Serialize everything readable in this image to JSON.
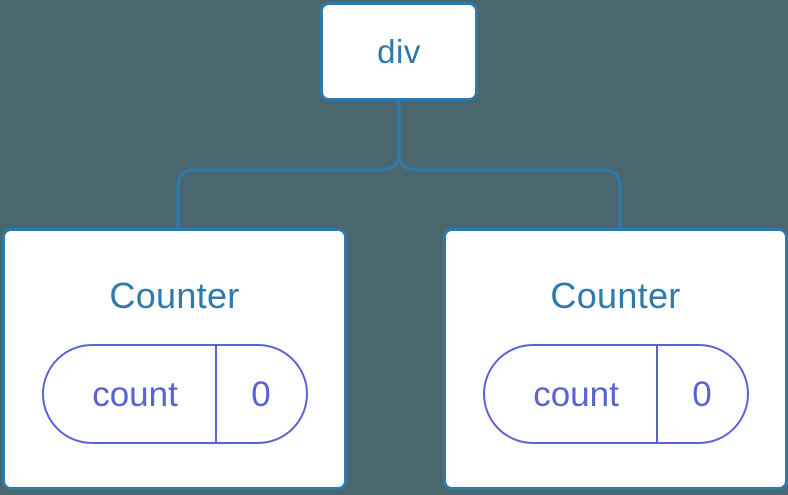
{
  "diagram": {
    "type": "component-tree",
    "background_color": "#4a666e",
    "node_border_color": "#2e7aac",
    "node_title_color": "#2e7aac",
    "state_color": "#5b63d3",
    "edge_color": "#2e7aac"
  },
  "root": {
    "label": "div"
  },
  "children": [
    {
      "label": "Counter",
      "state": {
        "key": "count",
        "value": "0"
      }
    },
    {
      "label": "Counter",
      "state": {
        "key": "count",
        "value": "0"
      }
    }
  ]
}
